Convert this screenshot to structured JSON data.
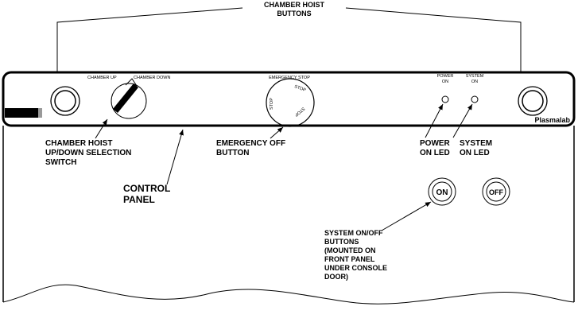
{
  "title_callout": [
    "CHAMBER HOIST",
    "BUTTONS"
  ],
  "panel_labels": {
    "chamber_up": "CHAMBER UP",
    "chamber_down": "CHAMBER DOWN",
    "emergency_stop": "EMERGENCY STOP",
    "stop_ring": "STOP",
    "power_on": [
      "POWER",
      "ON"
    ],
    "system_on": [
      "SYSTEM",
      "ON"
    ],
    "brand": "Plasmalab"
  },
  "callouts": {
    "switch": [
      "CHAMBER HOIST",
      "UP/DOWN SELECTION",
      "SWITCH"
    ],
    "control_panel": [
      "CONTROL",
      "PANEL"
    ],
    "emergency": [
      "EMERGENCY OFF",
      "BUTTON"
    ],
    "power_led": [
      "POWER",
      "ON LED"
    ],
    "system_led": [
      "SYSTEM",
      "ON LED"
    ],
    "on_off": [
      "SYSTEM ON/OFF",
      "BUTTONS",
      "(MOUNTED ON",
      "FRONT PANEL",
      "UNDER CONSOLE",
      "DOOR)"
    ]
  },
  "buttons": {
    "on": "ON",
    "off": "OFF"
  }
}
